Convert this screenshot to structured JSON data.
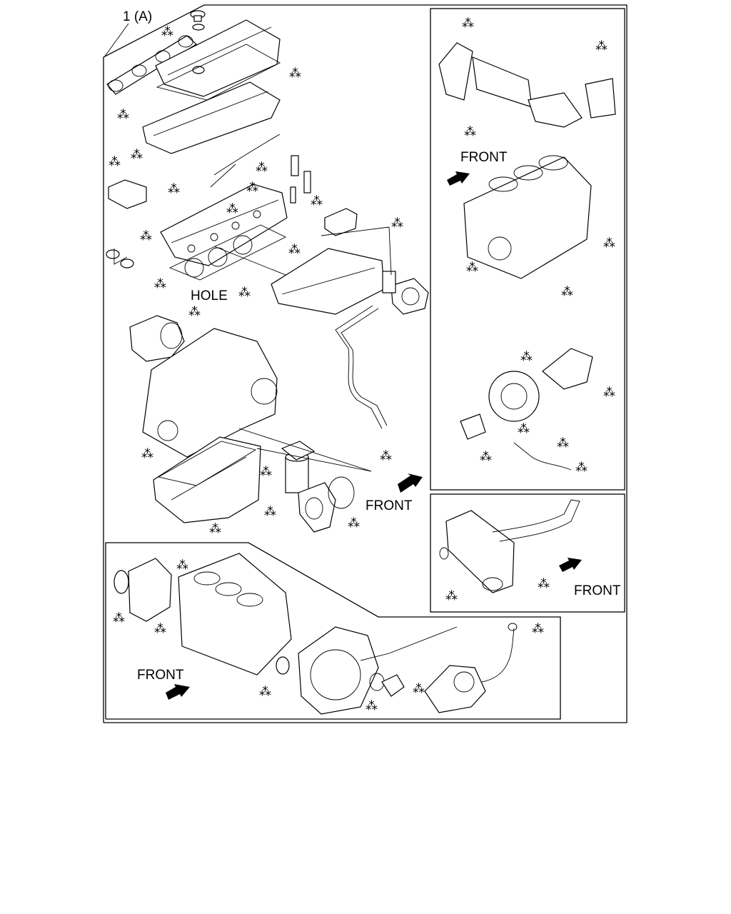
{
  "diagram": {
    "callout_main": "1 (A)",
    "label_hole": "HOLE",
    "label_front_main": "FRONT",
    "label_front_inset_egr": "FRONT",
    "label_front_inset_pipe": "FRONT",
    "label_front_inset_block": "FRONT",
    "marker_symbol": "⁂"
  }
}
